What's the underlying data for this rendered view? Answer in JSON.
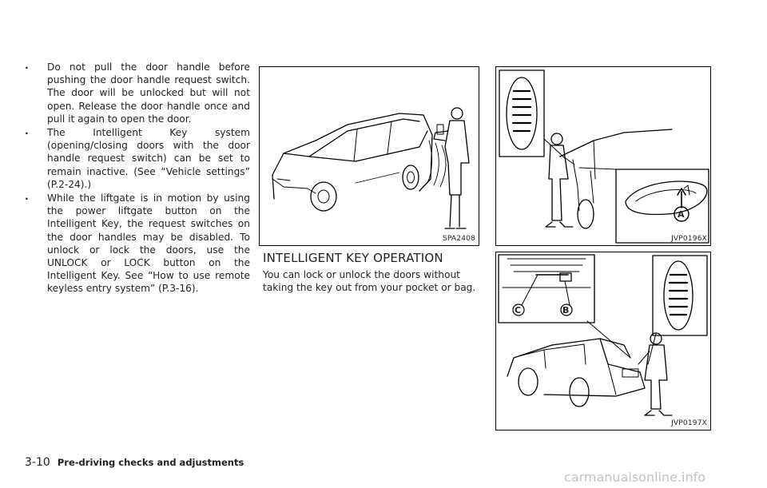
{
  "bullets": [
    "Do not pull the door handle before pushing the door handle request switch. The door will be unlocked but will not open. Release the door handle once and pull it again to open the door.",
    "The Intelligent Key system (opening/closing doors with the door handle request switch) can be set to remain inactive. (See “Vehicle settings” (P.2-24).)",
    "While the liftgate is in motion by using the power liftgate button on the Intelligent Key, the request switches on the door handles may be disabled. To unlock or lock the doors, use the UNLOCK or LOCK button on the Intelligent Key. See “How to use remote keyless entry system” (P.3-16)."
  ],
  "section": {
    "title": "INTELLIGENT KEY OPERATION",
    "body": "You can lock or unlock the doors without taking the key out from your pocket or bag."
  },
  "figures": {
    "fig1": {
      "code": "SPA2408"
    },
    "fig2": {
      "code": "JVP0196X",
      "callouts": [
        "A"
      ]
    },
    "fig3": {
      "code": "JVP0197X",
      "callouts": [
        "C",
        "B"
      ]
    }
  },
  "footer": {
    "page_number": "3-10",
    "chapter": "Pre-driving checks and adjustments"
  },
  "watermark": "carmanualsonline.info"
}
